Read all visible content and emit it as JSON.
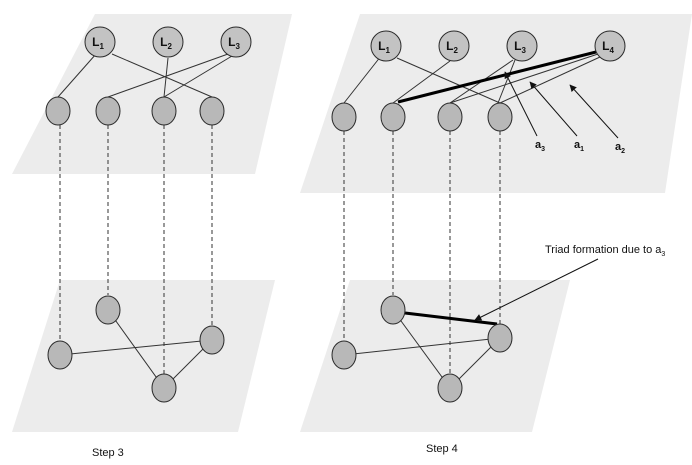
{
  "step3": {
    "leaders": [
      {
        "name": "L",
        "sub": "1"
      },
      {
        "name": "L",
        "sub": "2"
      },
      {
        "name": "L",
        "sub": "3"
      }
    ],
    "caption": "Step 3"
  },
  "step4": {
    "leaders": [
      {
        "name": "L",
        "sub": "1"
      },
      {
        "name": "L",
        "sub": "2"
      },
      {
        "name": "L",
        "sub": "3"
      },
      {
        "name": "L",
        "sub": "4"
      }
    ],
    "arrow_labels": [
      {
        "name": "a",
        "sub": "3"
      },
      {
        "name": "a",
        "sub": "1"
      },
      {
        "name": "a",
        "sub": "2"
      }
    ],
    "annotation": {
      "text": "Triad formation due to a",
      "sub": "3"
    },
    "caption": "Step 4"
  },
  "colors": {
    "plane": "#ececec",
    "node": "#b8b8b8",
    "outline": "#2a2a2a"
  }
}
